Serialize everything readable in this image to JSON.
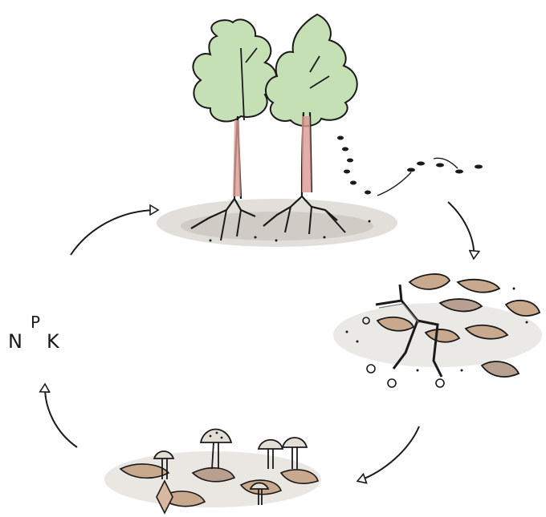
{
  "nutrients": {
    "n": "N",
    "p": "P",
    "k": "K"
  },
  "colors": {
    "ink": "#1a1a1a",
    "foliage": "#b9d8a8",
    "trunk": "#c98a82",
    "ground": "#c8c4bc",
    "leaf_litter": "#c9a98e",
    "leaf_dark": "#9c8c78",
    "mushroom": "#d9d4cc"
  },
  "icons": [
    "tree-pair-icon",
    "falling-leaves-icon",
    "leaf-litter-icon",
    "mushroom-decomposition-icon",
    "cycle-arrow-icon"
  ]
}
